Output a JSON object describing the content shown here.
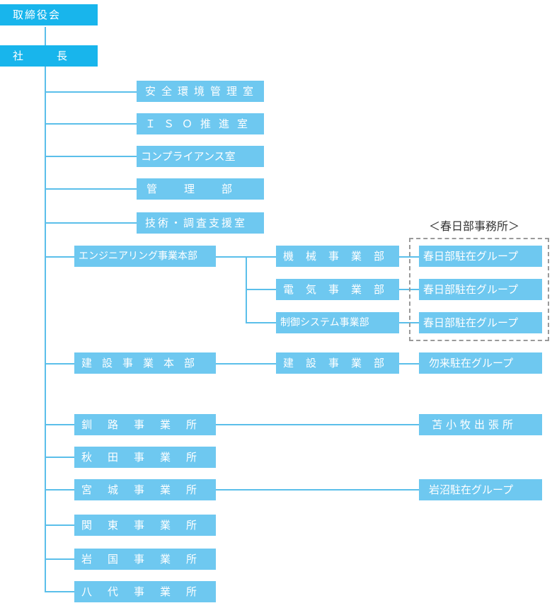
{
  "colors": {
    "line": "#5bbfea",
    "top_box": "#18b5ec",
    "box": "#6ec8f0",
    "dashed_border": "#9a9a9a"
  },
  "board": "取締役会",
  "president": "社　長",
  "staff": [
    "安全環境管理室",
    "ＩＳＯ推進室",
    "コンプライアンス室",
    "管理部",
    "技術・調査支援室"
  ],
  "engineering": {
    "hq": "エンジニアリング事業本部",
    "divisions": [
      "機械事業部",
      "電気事業部",
      "制御システム事業部"
    ],
    "office_label": "＜春日部事務所＞",
    "groups": [
      "春日部駐在グループ",
      "春日部駐在グループ",
      "春日部駐在グループ"
    ]
  },
  "construction": {
    "hq": "建設事業本部",
    "division": "建設事業部",
    "group": "勿来駐在グループ"
  },
  "offices": [
    "釧路事業所",
    "秋田事業所",
    "宮城事業所",
    "関東事業所",
    "岩国事業所",
    "八代事業所"
  ],
  "branch_units": {
    "kushiro": "苫小牧出張所",
    "miyagi": "岩沼駐在グループ"
  }
}
